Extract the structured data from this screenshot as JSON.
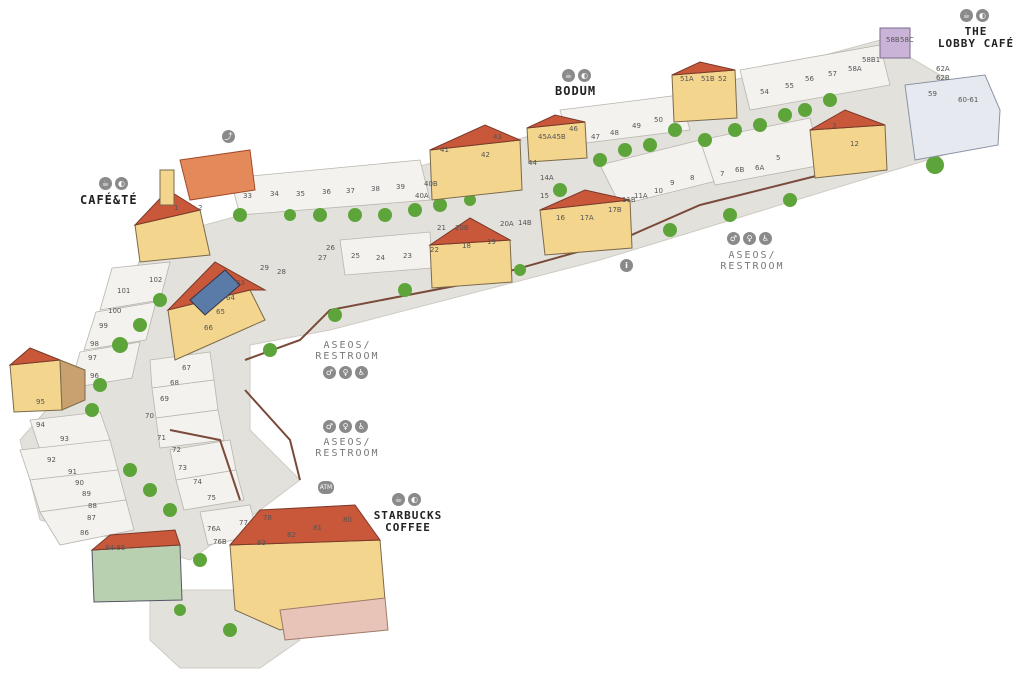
{
  "labels": {
    "cafe_te": "CAFÉ&TÉ",
    "bodum": "BODUM",
    "lobby_cafe_line1": "THE",
    "lobby_cafe_line2": "LOBBY CAFÉ",
    "starbucks_line1": "STARBUCKS",
    "starbucks_line2": "COFFEE",
    "restroom_top": "ASEOS/",
    "restroom_bottom": "RESTROOM"
  },
  "icons": {
    "cafe": [
      "cup-icon",
      "cookie-icon"
    ],
    "restroom": [
      "male-icon",
      "female-icon",
      "wheelchair-icon"
    ],
    "info": "info-icon",
    "playground": "slide-icon",
    "atm": "ATM"
  },
  "colors": {
    "path": "#e3e1dc",
    "unit": "#f3f2ef",
    "unit_border": "#b9b5ad",
    "roof": "#c9573a",
    "wall": "#f3d58e",
    "tree": "#5da53a",
    "barrier": "#7a4a3a",
    "icon_gray": "#8a8a8a"
  },
  "units": [
    "1",
    "2",
    "3",
    "5",
    "6A",
    "6B",
    "7",
    "8",
    "9",
    "10",
    "11A",
    "11B",
    "12",
    "14A",
    "14B",
    "15",
    "16",
    "17A",
    "17B",
    "18",
    "19",
    "20A",
    "20B",
    "21",
    "22",
    "23",
    "24",
    "25",
    "26",
    "27",
    "28",
    "29",
    "33",
    "34",
    "35",
    "36",
    "37",
    "38",
    "39",
    "40A",
    "40B",
    "41",
    "42",
    "43",
    "44",
    "45A",
    "45B",
    "46",
    "47",
    "48",
    "49",
    "50",
    "51A",
    "51B",
    "52",
    "54",
    "55",
    "56",
    "57",
    "58A",
    "58B",
    "58B1",
    "58C",
    "59",
    "60-61",
    "62A",
    "62B",
    "63",
    "64",
    "65",
    "66",
    "67",
    "68",
    "69",
    "70",
    "71",
    "72",
    "73",
    "74",
    "75",
    "76A",
    "76B",
    "77",
    "78",
    "80",
    "81",
    "82",
    "83",
    "84-85",
    "86",
    "87",
    "88",
    "89",
    "90",
    "91",
    "92",
    "93",
    "94",
    "95",
    "96",
    "97",
    "98",
    "99",
    "100",
    "101",
    "102"
  ]
}
